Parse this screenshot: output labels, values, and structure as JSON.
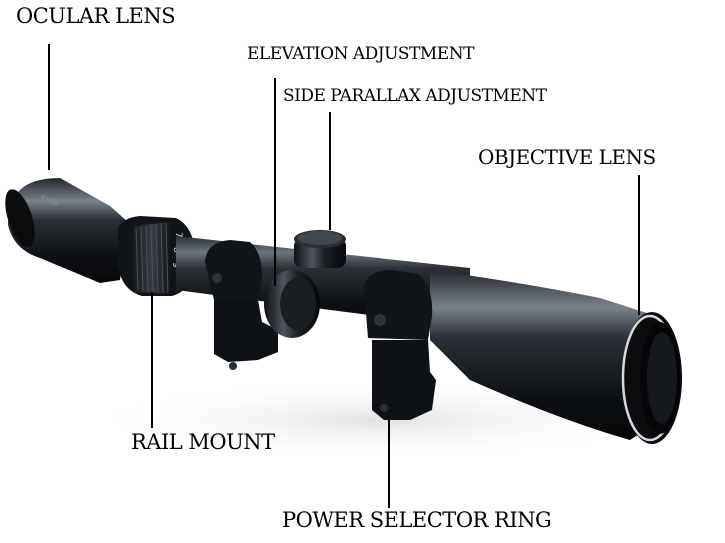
{
  "labels": {
    "ocular_lens": "OCULAR LENS",
    "elevation_adjustment": "ELEVATION ADJUSTMENT",
    "side_parallax_adjustment": "SIDE PARALLAX ADJUSTMENT",
    "objective_lens": "OBJECTIVE LENS",
    "rail_mount": "RAIL MOUNT",
    "power_selector_ring": "POWER SELECTOR RING"
  },
  "power_ring_numbers": [
    "7",
    "8",
    "9"
  ],
  "colors": {
    "background": "#ffffff",
    "scope_body": "#15181c",
    "highlight": "#6f7780",
    "label_text": "#000000"
  }
}
